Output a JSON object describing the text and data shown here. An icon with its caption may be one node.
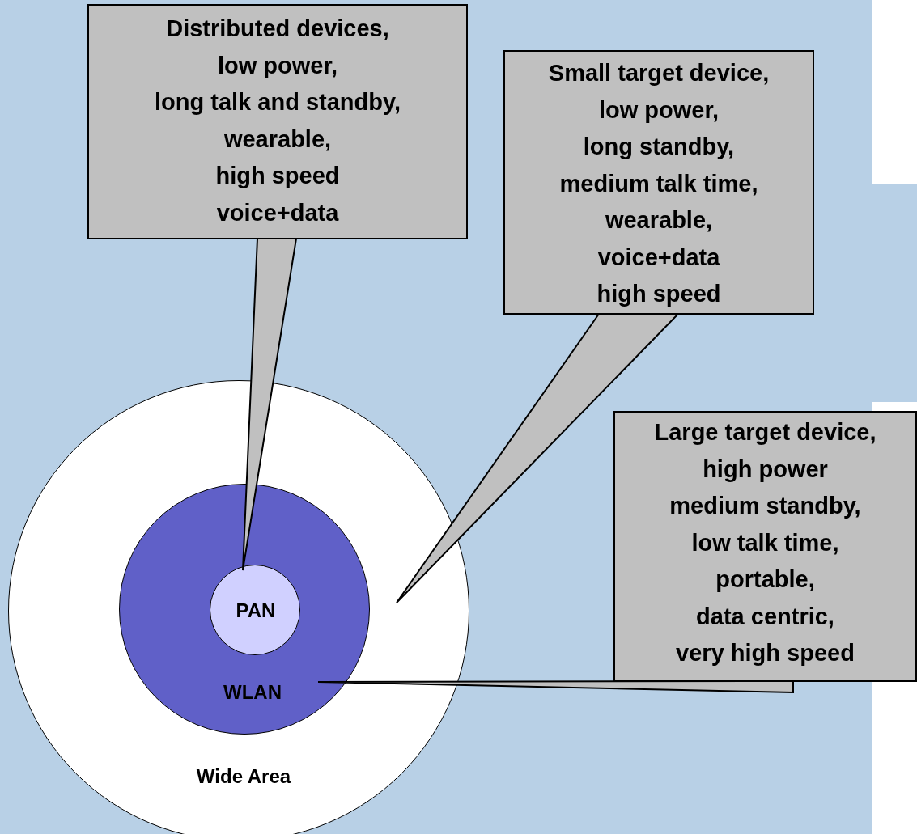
{
  "diagram": {
    "nodes": [
      {
        "text": [
          "Distributed devices,",
          "low power,",
          "long talk and standby,",
          "wearable,",
          "high speed",
          "voice+data"
        ]
      },
      {
        "text": [
          "Small target device,",
          "low power,",
          "long standby,",
          "medium talk time,",
          "wearable,",
          "voice+data",
          "high speed"
        ]
      },
      {
        "text": [
          "Large target device,",
          "high power",
          "medium standby,",
          "low talk time,",
          "portable,",
          "data centric,",
          "very high speed"
        ]
      },
      {
        "text": [
          "Wide Area"
        ]
      },
      {
        "text": [
          "WLAN"
        ],
        "in": 3
      },
      {
        "text": [
          "PAN"
        ],
        "in": 4
      }
    ],
    "edges": [
      {
        "from": 0,
        "to": 5,
        "arrow": "none"
      },
      {
        "from": 1,
        "to": 3,
        "arrow": "none"
      },
      {
        "from": 2,
        "to": 4,
        "arrow": "none"
      }
    ]
  }
}
